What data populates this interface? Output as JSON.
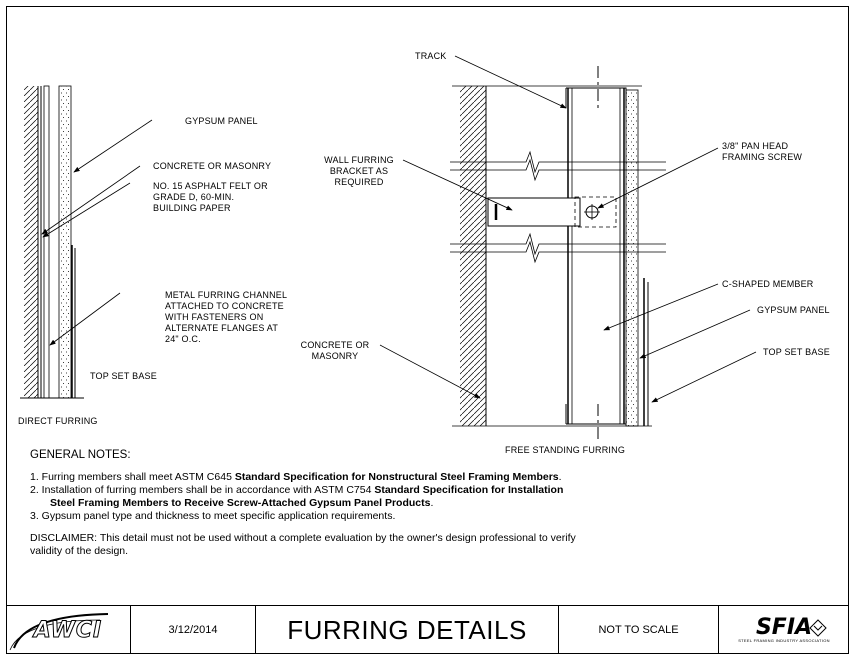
{
  "labels": {
    "direct": {
      "gypsum_panel": "GYPSUM PANEL",
      "concrete": "CONCRETE OR MASONRY",
      "felt": "NO. 15 ASPHALT FELT OR\nGRADE D, 60-MIN.\nBUILDING PAPER",
      "channel": "METAL FURRING CHANNEL\nATTACHED TO CONCRETE\nWITH FASTENERS ON\nALTERNATE FLANGES AT\n24\" O.C.",
      "top_set_base": "TOP SET BASE",
      "title": "DIRECT FURRING"
    },
    "free": {
      "track": "TRACK",
      "screw": "3/8\" PAN HEAD\nFRAMING SCREW",
      "bracket": "WALL FURRING\nBRACKET AS\nREQUIRED",
      "c_member": "C-SHAPED MEMBER",
      "gypsum_panel": "GYPSUM PANEL",
      "concrete": "CONCRETE OR\nMASONRY",
      "top_set_base": "TOP SET BASE",
      "title": "FREE STANDING FURRING"
    }
  },
  "notes": {
    "heading": "GENERAL NOTES:",
    "n1_a": "1. Furring members shall meet ASTM C645 ",
    "n1_b": "Standard Specification for Nonstructural Steel Framing Members",
    "n1_c": ".",
    "n2_a": "2. Installation of furring members shall be in accordance with ASTM C754 ",
    "n2_b": "Standard Specification for Installation",
    "n2_c": "Steel Framing Members to Receive Screw-Attached Gypsum Panel Products",
    "n2_d": ".",
    "n3": "3. Gypsum panel type and thickness to meet specific application requirements.",
    "disclaimer_label": "DISCLAIMER:",
    "disclaimer_a": " This detail must not be used without a complete evaluation by the owner's design professional to verify",
    "disclaimer_b": "validity of the design."
  },
  "titleblock": {
    "logo_left": "AWCI",
    "date": "3/12/2014",
    "title": "FURRING DETAILS",
    "scale": "NOT TO SCALE",
    "logo_right": "SFIA",
    "logo_right_sub": "STEEL FRAMING INDUSTRY ASSOCIATION"
  }
}
